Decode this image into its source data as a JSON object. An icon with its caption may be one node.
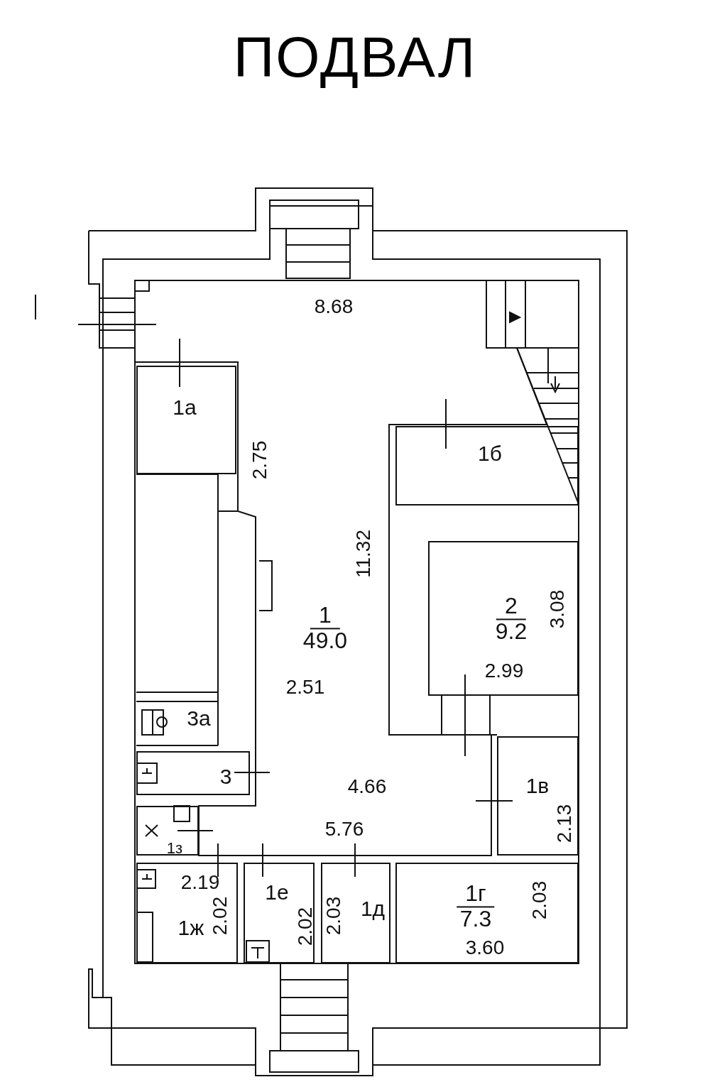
{
  "diagram": {
    "title": "ПОДВАЛ",
    "nodes": [
      {
        "text": [
          "1",
          "49.0"
        ]
      },
      {
        "text": [
          "1а"
        ]
      },
      {
        "text": [
          "1б"
        ]
      },
      {
        "text": [
          "2",
          "9.2"
        ]
      },
      {
        "text": [
          "3а"
        ]
      },
      {
        "text": [
          "3"
        ]
      },
      {
        "text": [
          "1з"
        ]
      },
      {
        "text": [
          "1в"
        ]
      },
      {
        "text": [
          "1ж"
        ]
      },
      {
        "text": [
          "1е"
        ]
      },
      {
        "text": [
          "1д"
        ]
      },
      {
        "text": [
          "1г",
          "7.3"
        ]
      }
    ],
    "edges": [],
    "labels": [
      "8.68",
      "2.75",
      "11.32",
      "3.08",
      "2.99",
      "2.51",
      "4.66",
      "2.13",
      "5.76",
      "2.19",
      "2.02",
      "2.02",
      "2.03",
      "2.03",
      "3.60"
    ]
  }
}
